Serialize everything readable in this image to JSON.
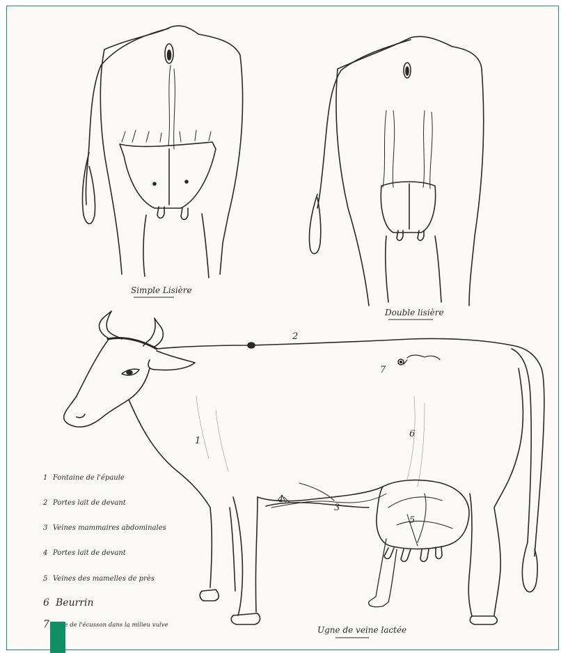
{
  "captions": {
    "single": "Simple Lisière",
    "double": "Double lisière",
    "title": "Ugne de veine lactée"
  },
  "numbers": [
    "1",
    "2",
    "3",
    "4",
    "5",
    "6",
    "7"
  ],
  "legend": [
    {
      "num": "1",
      "text": "Fontaine de l'épaule"
    },
    {
      "num": "2",
      "text": "Portes lait de devant"
    },
    {
      "num": "3",
      "text": "Veines mammaires abdominales"
    },
    {
      "num": "4",
      "text": "Portes lait de devant"
    },
    {
      "num": "5",
      "text": "Veines des mamelles de près"
    },
    {
      "num": "6",
      "text": "Beurrin"
    },
    {
      "num": "7",
      "text": "Veine de l'écusson dans la milieu vulve"
    }
  ],
  "colors": {
    "ink": "#2a2826",
    "paper": "#fbfaf7",
    "frame": "#1a8c6a",
    "tab": "#0f8f63"
  }
}
